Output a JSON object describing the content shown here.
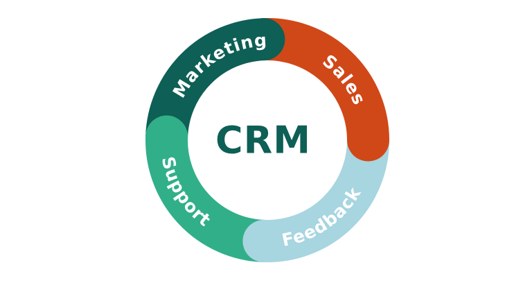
{
  "page": {
    "title": "CRM Diagram",
    "background": "#ffffff"
  },
  "diagram": {
    "center_label": "CRM",
    "center_label_color": "#0e5f55",
    "label_text_color": "#ffffff",
    "segments": [
      {
        "label": "Marketing",
        "color": "#0e5f55",
        "position": "top-left"
      },
      {
        "label": "Sales",
        "color": "#d04818",
        "position": "top-right"
      },
      {
        "label": "Feedback",
        "color": "#a7d5e0",
        "position": "bottom-right"
      },
      {
        "label": "Support",
        "color": "#31af89",
        "position": "bottom-left"
      }
    ]
  }
}
